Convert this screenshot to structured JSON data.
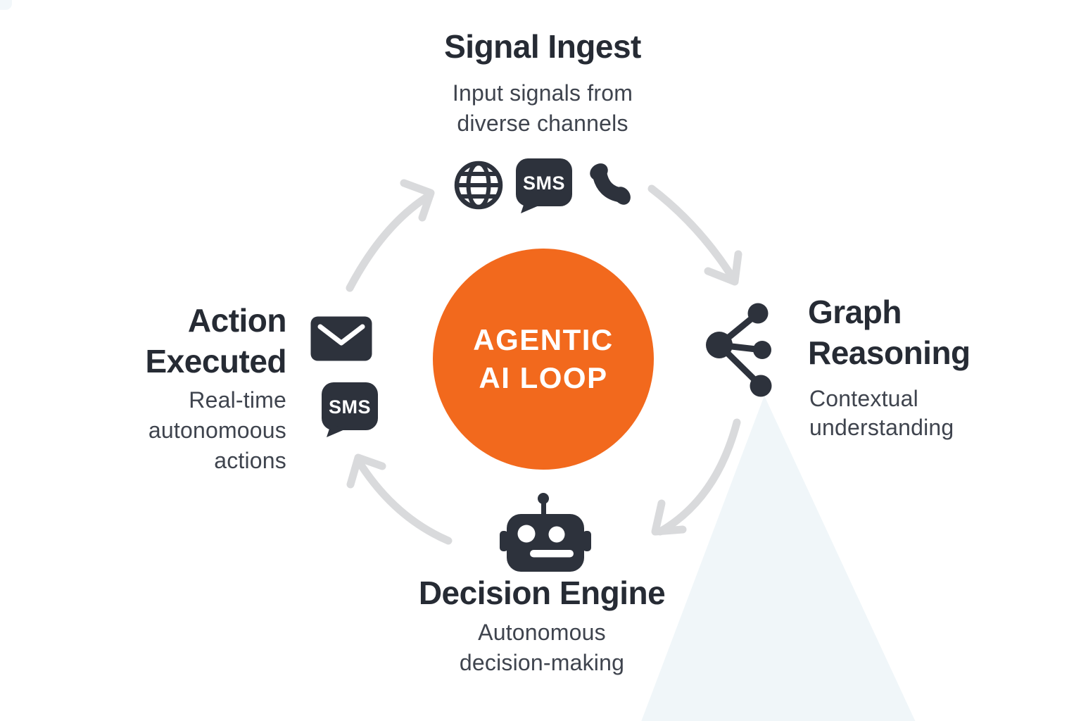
{
  "diagram_title": "AGENTIC AI LOOP",
  "center": {
    "label_line1": "AGENTIC",
    "label_line2": "AI LOOP"
  },
  "stages": {
    "top": {
      "title": "Signal Ingest",
      "subtitle_line1": "Input signals from",
      "subtitle_line2": "diverse channels",
      "icons": [
        "globe-icon",
        "sms-icon",
        "phone-icon"
      ],
      "sms_badge_text": "SMS"
    },
    "right": {
      "title_line1": "Graph",
      "title_line2": "Reasoning",
      "subtitle_line1": "Contextual",
      "subtitle_line2": "understanding",
      "icons": [
        "graph-icon"
      ]
    },
    "bottom": {
      "title": "Decision Engine",
      "subtitle_line1": "Autonomous",
      "subtitle_line2": "decision-making",
      "icons": [
        "robot-icon"
      ]
    },
    "left": {
      "title_line1": "Action",
      "title_line2": "Executed",
      "subtitle_line1": "Real-time",
      "subtitle_line2": "autonomoous",
      "subtitle_line3": "actions",
      "icons": [
        "envelope-icon",
        "sms-icon"
      ],
      "sms_badge_text": "SMS"
    }
  },
  "arrows": [
    {
      "from": "action-executed",
      "to": "signal-ingest",
      "direction": "up-right"
    },
    {
      "from": "signal-ingest",
      "to": "graph-reasoning",
      "direction": "down-right"
    },
    {
      "from": "graph-reasoning",
      "to": "decision-engine",
      "direction": "down-left"
    },
    {
      "from": "decision-engine",
      "to": "action-executed",
      "direction": "up-left"
    }
  ],
  "colors": {
    "background": "#ffffff",
    "accent_orange": "#f2691d",
    "icon_dark": "#2d323c",
    "heading_text": "#262b34",
    "subtitle_text": "#3f444e",
    "arrow_gray": "#d9dadc",
    "watermark_triangle": "#f0f6f9",
    "center_text": "#ffffff"
  }
}
